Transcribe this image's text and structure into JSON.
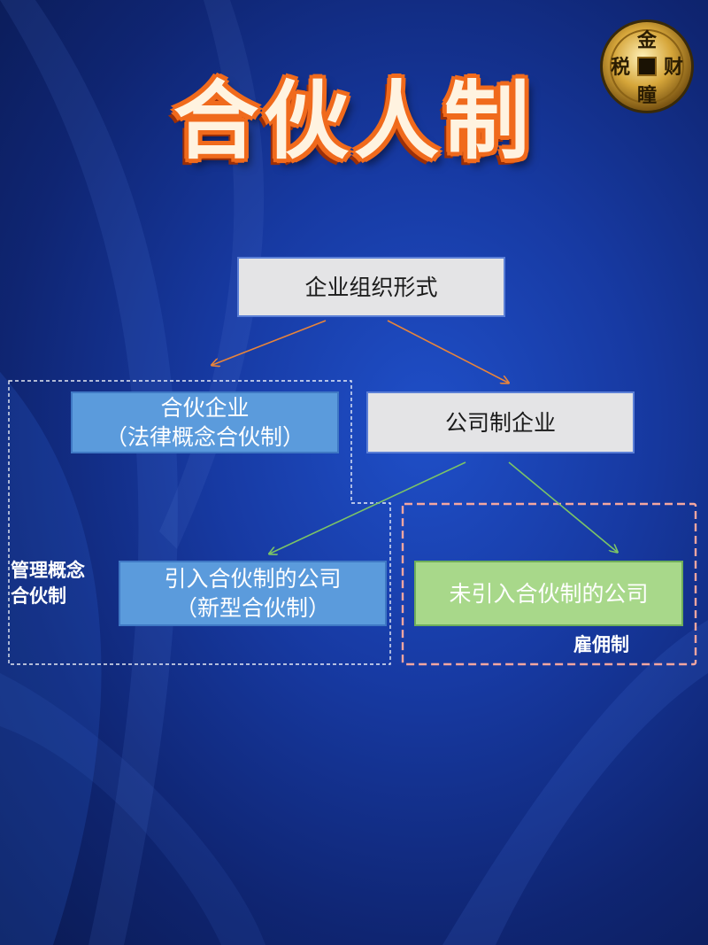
{
  "title": "合伙人制",
  "logo": {
    "chars": [
      "金",
      "税",
      "财",
      "瞳"
    ]
  },
  "colors": {
    "background": "#173aa3",
    "title_outline": "#f06a1c",
    "box_gray": "#e4e4e6",
    "box_blue": "#5b9bdc",
    "box_green": "#a8d88a",
    "arrow_orange": "#e8843a",
    "arrow_green": "#7cc466",
    "dash_white": "#ffffff",
    "dash_pink": "#f4a6a0"
  },
  "nodes": {
    "root": {
      "label": "企业组织形式"
    },
    "partnership": {
      "line1": "合伙企业",
      "line2": "（法律概念合伙制）"
    },
    "company": {
      "label": "公司制企业"
    },
    "with_partner": {
      "line1": "引入合伙制的公司",
      "line2": "（新型合伙制）"
    },
    "without_partner": {
      "label": "未引入合伙制的公司"
    }
  },
  "groups": {
    "management": {
      "line1": "管理概念",
      "line2": "合伙制"
    },
    "employment": {
      "label": "雇佣制"
    }
  }
}
